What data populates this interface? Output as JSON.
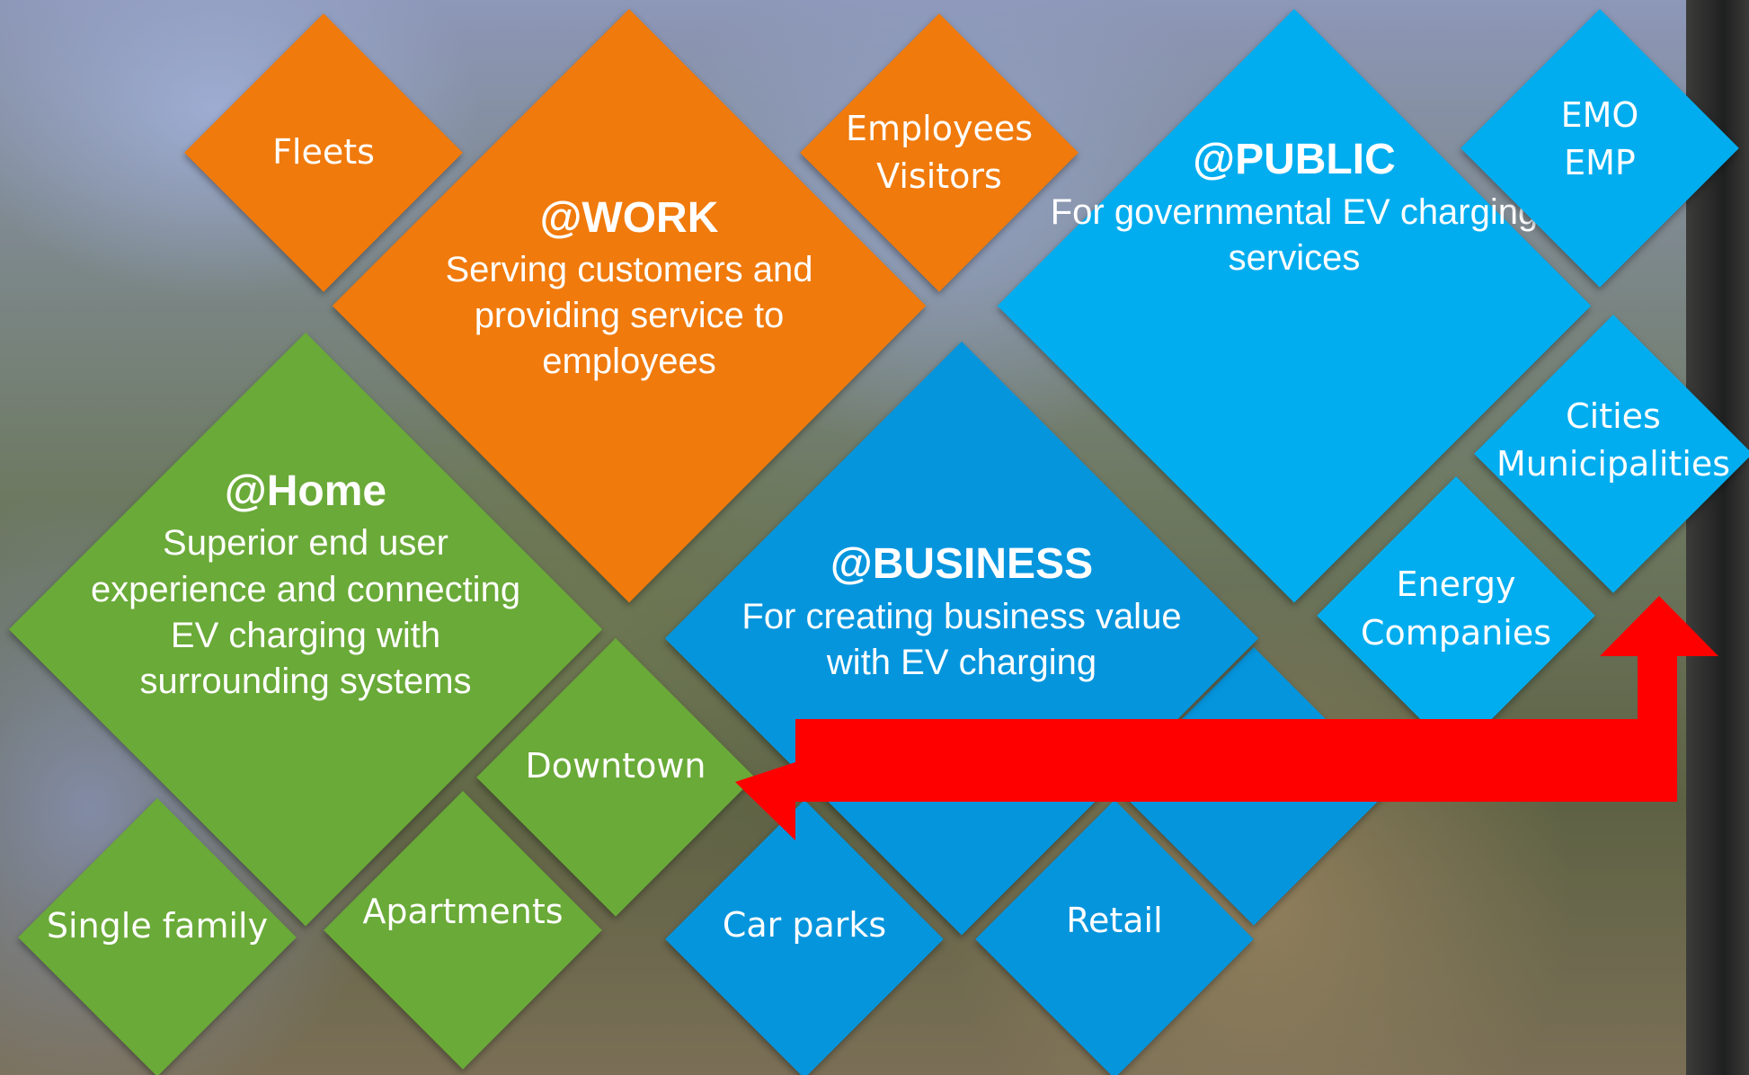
{
  "work": {
    "heading": "@WORK",
    "body": "Serving customers and providing service to employees",
    "color": "#f07a0c",
    "items": {
      "fleets": "Fleets",
      "employees": [
        "Employees",
        "Visitors"
      ]
    }
  },
  "public": {
    "heading": "@PUBLIC",
    "body": "For governmental EV charging services",
    "color": "#02adef",
    "items": {
      "emo": [
        "EMO",
        "EMP"
      ],
      "cities": [
        "Cities",
        "Municipalities"
      ],
      "energy": [
        "Energy",
        "Companies"
      ]
    }
  },
  "home": {
    "heading": "@Home",
    "body": "Superior end user experience and connecting EV charging with surrounding systems",
    "color": "#6aaa38",
    "items": {
      "single_family": "Single family",
      "apartments": "Apartments",
      "downtown": "Downtown"
    }
  },
  "business": {
    "heading": "@BUSINESS",
    "body": "For creating business value with EV charging",
    "color": "#0595dd",
    "items": {
      "car_parks": "Car parks",
      "retail": "Retail"
    }
  },
  "arrow": {
    "color": "#ff0000"
  }
}
